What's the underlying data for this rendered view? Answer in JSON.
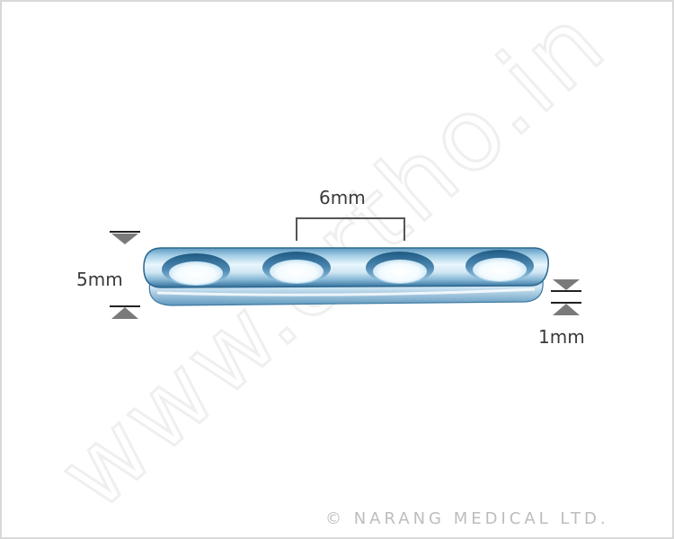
{
  "image": {
    "dimension_labels": {
      "hole_spacing": "6mm",
      "plate_width": "5mm",
      "plate_thickness": "1mm"
    },
    "watermark_text": "www.ortho.in",
    "copyright": "© NARANG MEDICAL LTD.",
    "colors": {
      "plate_highlight": "#eaf6fc",
      "plate_mid": "#7fb6d6",
      "plate_dark": "#2e6b95",
      "arrow_gray": "#7a7a7a",
      "label_text": "#3a3a3a",
      "copyright_text": "#bdbdbd",
      "border": "#d9d9d9"
    }
  }
}
